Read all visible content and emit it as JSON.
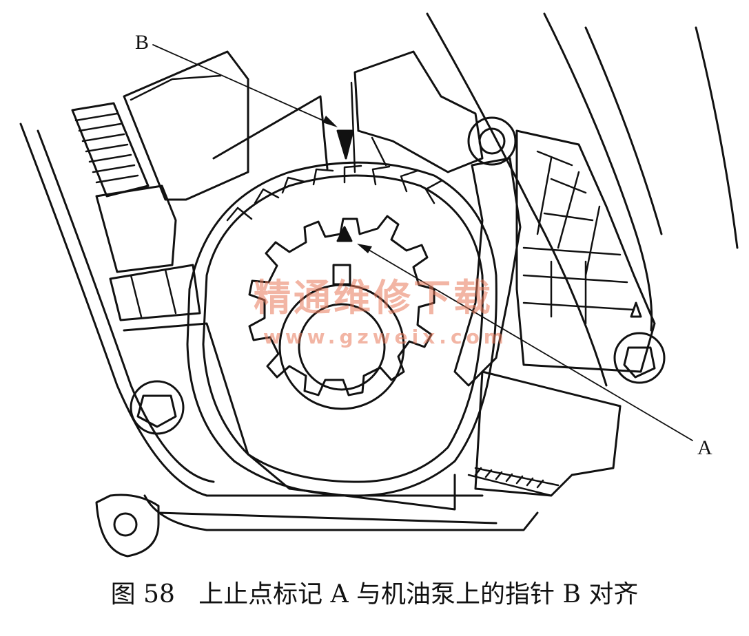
{
  "labels": {
    "a": "A",
    "b": "B"
  },
  "watermark": {
    "text": "精通维修下载",
    "url": "www.gzweix.com"
  },
  "caption": "图 58   上止点标记 A 与机油泵上的指针 B 对齐",
  "colors": {
    "line": "#111111",
    "watermark": "#e8785a",
    "background": "#ffffff"
  }
}
